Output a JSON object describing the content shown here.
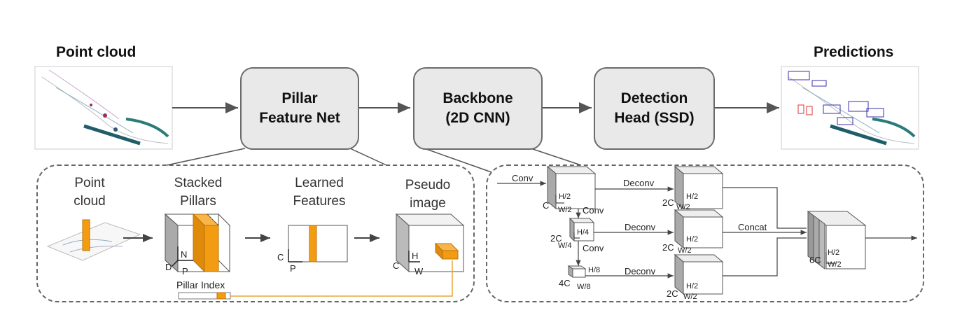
{
  "titles": {
    "left": "Point cloud",
    "right": "Predictions"
  },
  "stages": {
    "pfn": [
      "Pillar",
      "Feature Net"
    ],
    "backbone": [
      "Backbone",
      "(2D CNN)"
    ],
    "head": [
      "Detection",
      "Head (SSD)"
    ]
  },
  "pfn_detail": {
    "point_cloud": [
      "Point",
      "cloud"
    ],
    "stacked_pillars": [
      "Stacked",
      "Pillars"
    ],
    "learned_features": [
      "Learned",
      "Features"
    ],
    "pseudo_image": [
      "Pseudo",
      "image"
    ],
    "pillar_index": "Pillar Index",
    "dims": {
      "d": "D",
      "n": "N",
      "p": "P",
      "c": "C",
      "h": "H",
      "w": "W"
    }
  },
  "backbone_detail": {
    "conv": "Conv",
    "deconv": "Deconv",
    "concat": "Concat",
    "sizes": {
      "c": "C",
      "h2": "H/2",
      "w2": "W/2",
      "c2": "2C",
      "h4": "H/4",
      "w4": "W/4",
      "c4": "4C",
      "h8": "H/8",
      "w8": "W/8",
      "c6": "6C"
    }
  },
  "colors": {
    "pillar": "#f39c12",
    "stage_fill": "#e9e9e9",
    "box_stroke": "#6b6b6b",
    "detect": "#3b2fb0"
  }
}
